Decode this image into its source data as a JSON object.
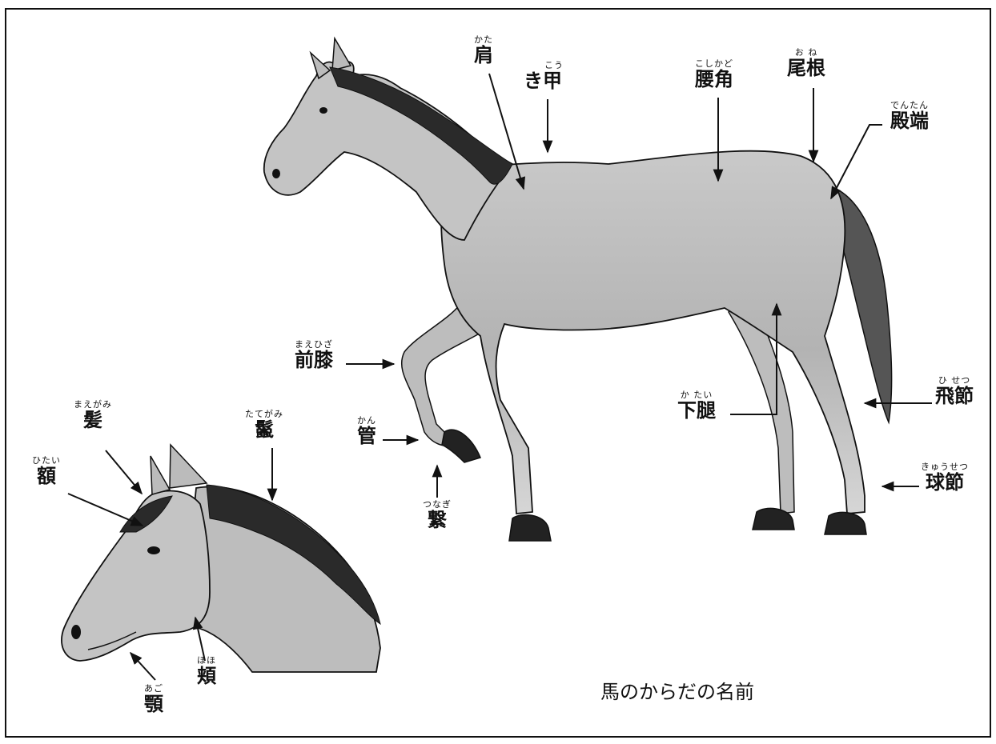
{
  "title": "馬のからだの名前",
  "labels": {
    "kata": {
      "ruby": "かた",
      "name": "肩"
    },
    "kikou": {
      "ruby": "こう",
      "name": "き甲"
    },
    "koshikado": {
      "ruby": "こしかど",
      "name": "腰角"
    },
    "one": {
      "ruby": "お ね",
      "name": "尾根"
    },
    "dentan": {
      "ruby": "でんたん",
      "name": "殿端"
    },
    "maehiza": {
      "ruby": "まえひざ",
      "name": "前膝"
    },
    "kan": {
      "ruby": "かん",
      "name": "管"
    },
    "tsunagi": {
      "ruby": "つなぎ",
      "name": "繋"
    },
    "katai": {
      "ruby": "か たい",
      "name": "下腿"
    },
    "hisetsu": {
      "ruby": "ひ せつ",
      "name": "飛節"
    },
    "kyuusetsu": {
      "ruby": "きゅうせつ",
      "name": "球節"
    },
    "maegami": {
      "ruby": "まえがみ",
      "name": "髪"
    },
    "tategami": {
      "ruby": "たてがみ",
      "name": "鬣"
    },
    "hitai": {
      "ruby": "ひたい",
      "name": "額"
    },
    "hoho": {
      "ruby": "ほほ",
      "name": "頬"
    },
    "ago": {
      "ruby": "あご",
      "name": "顎"
    }
  }
}
